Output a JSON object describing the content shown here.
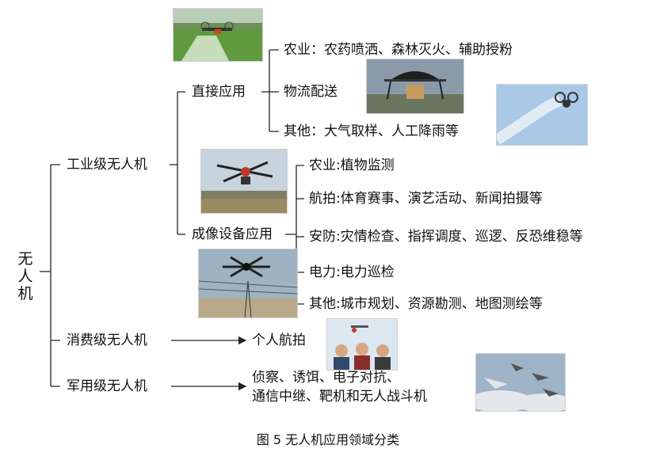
{
  "root": "无人机",
  "caption": "图 5 无人机应用领域分类",
  "industrial": {
    "label": "工业级无人机",
    "direct": {
      "label": "直接应用",
      "items": [
        "农业：农药喷洒、森林灭火、辅助授粉",
        "物流配送",
        "其他：大气取样、人工降雨等"
      ]
    },
    "imaging": {
      "label": "成像设备应用",
      "items": [
        "农业:植物监测",
        "航拍:体育赛事、演艺活动、新闻拍摄等",
        "安防:灾情检查、指挥调度、巡逻、反恐维稳等",
        "电力:电力巡检",
        "其他:城市规划、资源勘测、地图测绘等"
      ]
    }
  },
  "consumer": {
    "label": "消费级无人机",
    "target": "个人航拍"
  },
  "military": {
    "label": "军用级无人机",
    "target_line1": "侦察、诱饵、电子对抗、",
    "target_line2": "通信中继、靶机和无人战斗机"
  },
  "colors": {
    "text": "#111111",
    "line": "#222222",
    "sky": "#a9c9e6",
    "field": "#5f9b3e"
  },
  "photos": [
    "drone-spraying-field-photo",
    "delivery-drone-photo",
    "drone-sky-sampling-photo",
    "camera-drone-landscape-photo",
    "drone-power-line-photo",
    "people-selfie-drone-photo",
    "fighter-jets-clouds-photo"
  ]
}
